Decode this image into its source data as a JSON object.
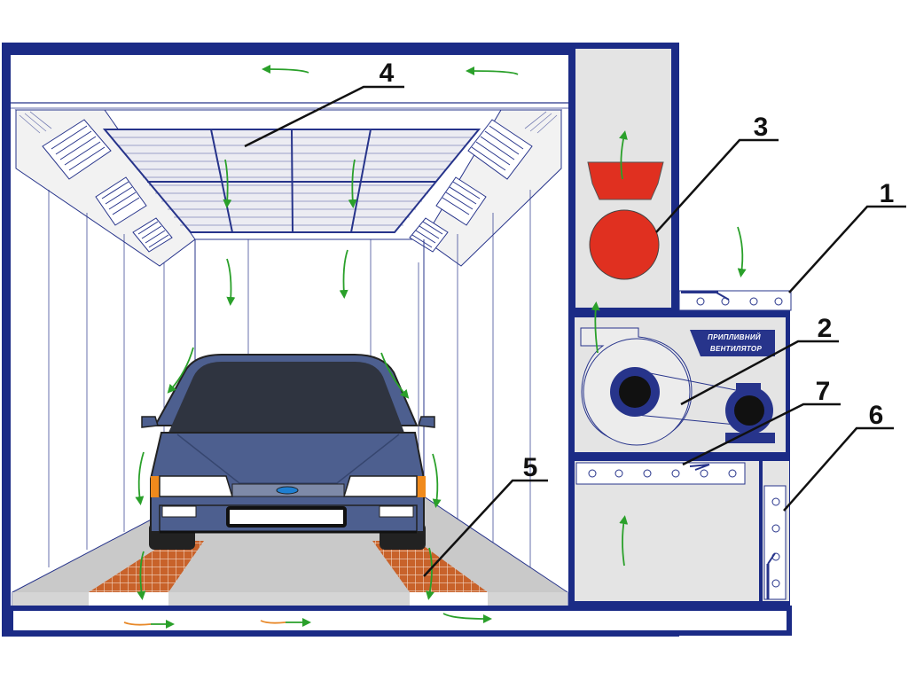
{
  "callouts": [
    {
      "id": "callout-1",
      "text": "1"
    },
    {
      "id": "callout-2",
      "text": "2"
    },
    {
      "id": "callout-3",
      "text": "3"
    },
    {
      "id": "callout-4",
      "text": "4"
    },
    {
      "id": "callout-5",
      "text": "5"
    },
    {
      "id": "callout-6",
      "text": "6"
    },
    {
      "id": "callout-7",
      "text": "7"
    }
  ],
  "fan_label": {
    "line1": "ПРИПЛИВНИЙ",
    "line2": "ВЕНТИЛЯТОР"
  },
  "colors": {
    "frame": "#1b2b86",
    "panel": "#e4e4e4",
    "wall": "#ffffff",
    "grid": "#27348b",
    "car": "#4d5f8f",
    "car_dark": "#36466f",
    "window": "#2f3440",
    "burner": "#e03020",
    "airflow": "#2aa02a",
    "warm_airflow": "#e8892a",
    "grate": "#c8622a",
    "headlight_amber": "#f08a1c"
  },
  "icons": {
    "arrow": "airflow-arrow-icon",
    "fan": "fan-icon",
    "motor": "motor-icon",
    "burner": "burner-icon"
  }
}
